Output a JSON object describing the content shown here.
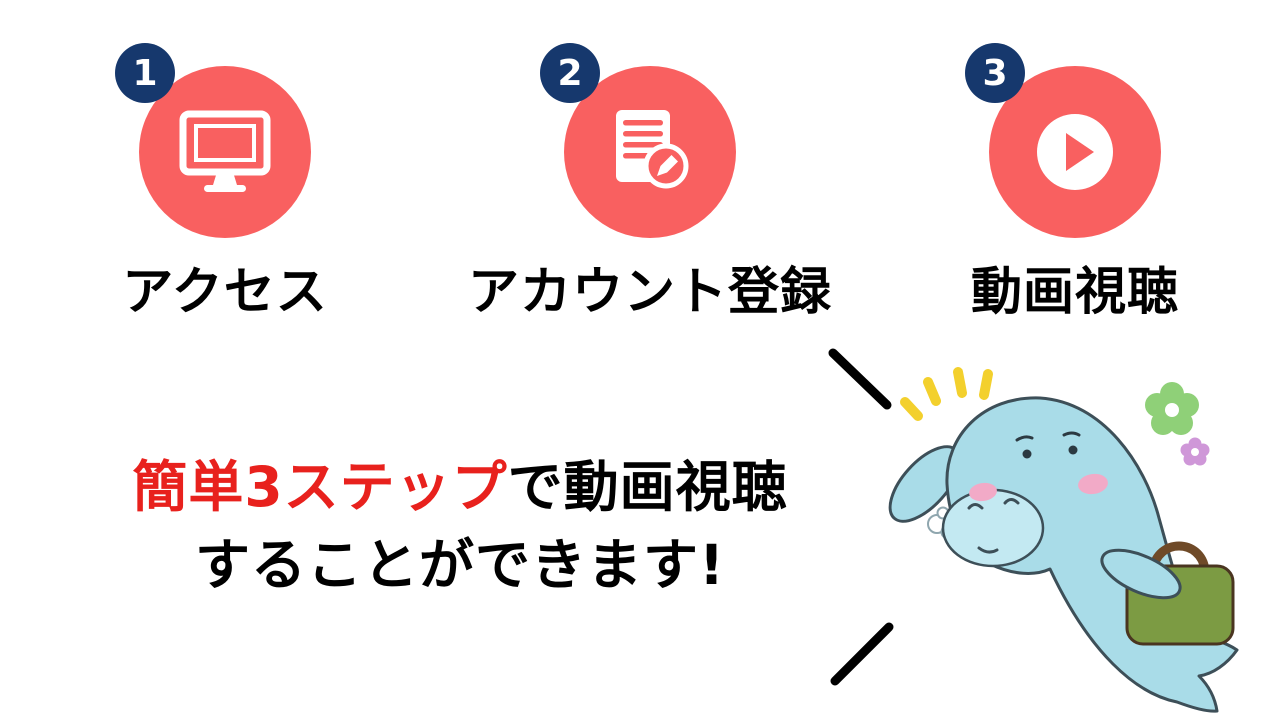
{
  "colors": {
    "background": "#ffffff",
    "step_circle": "#f96060",
    "badge": "#16386d",
    "badge_text": "#ffffff",
    "label_text": "#000000",
    "highlight_text": "#e8211d",
    "character_body": "#a9dce8",
    "character_outline": "#3d4f58",
    "bag": "#7c9b43",
    "bag_handle": "#6f4a28",
    "sparkle": "#f3d02d",
    "flower_green": "#8fd078",
    "flower_purple": "#cf97d8",
    "blush": "#f2aac7"
  },
  "steps": [
    {
      "number": "1",
      "label": "アクセス",
      "icon": "monitor-icon"
    },
    {
      "number": "2",
      "label": "アカウント登録",
      "icon": "document-edit-icon"
    },
    {
      "number": "3",
      "label": "動画視聴",
      "icon": "play-icon"
    }
  ],
  "message": {
    "highlight": "簡単3ステップ",
    "line1_rest": "で動画視聴",
    "line2": "することができます!"
  },
  "character": {
    "name": "dugong-mascot",
    "parts": [
      "sparkles",
      "green-flower",
      "purple-flower",
      "green-bag",
      "breath-puff"
    ]
  }
}
